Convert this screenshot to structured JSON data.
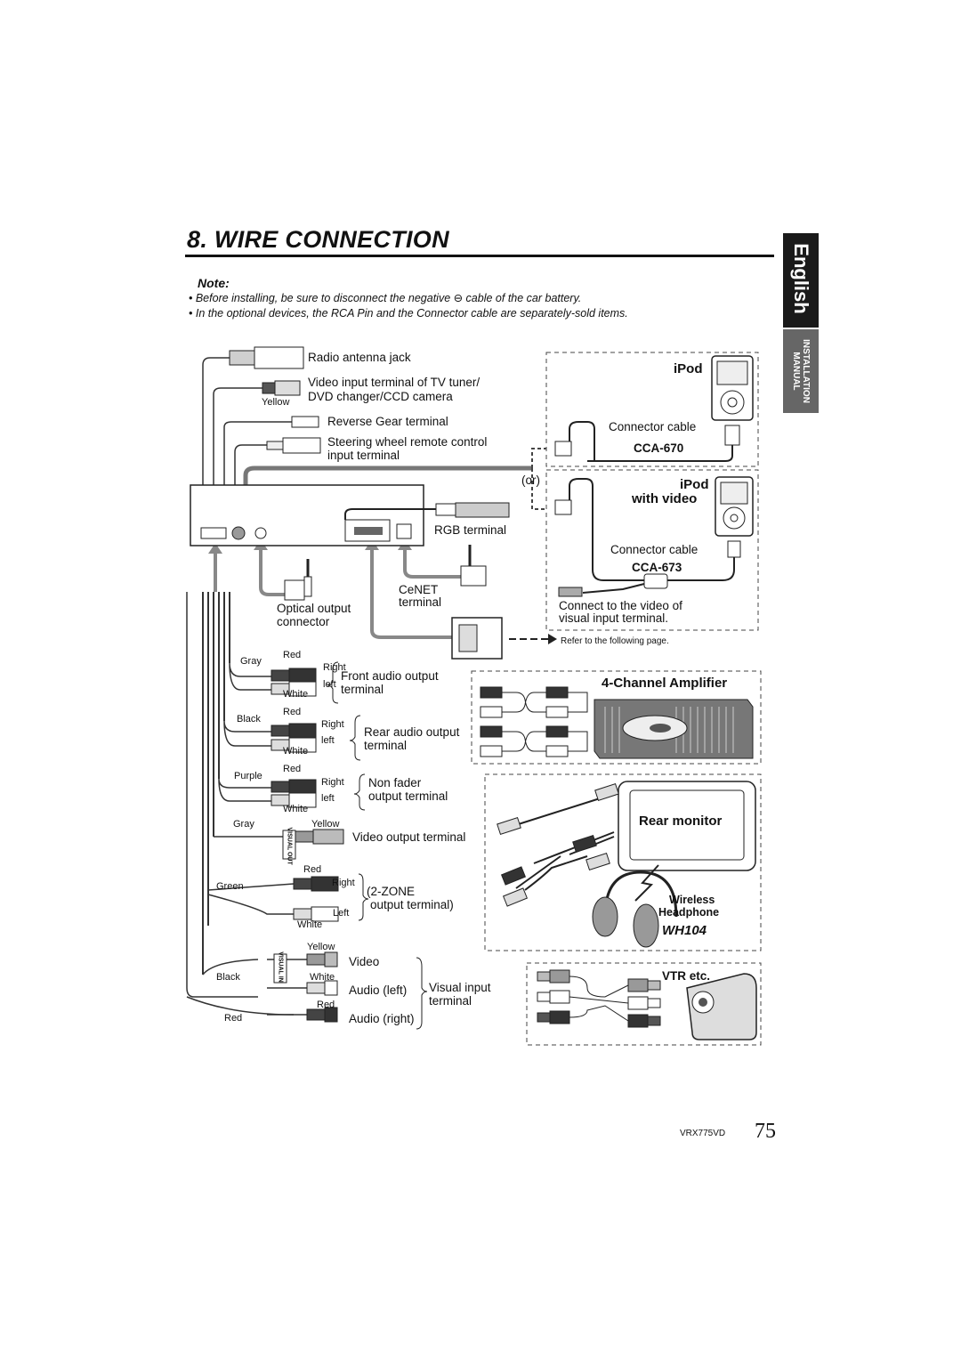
{
  "page": {
    "title": "8. WIRE CONNECTION",
    "side_tab_language": "English",
    "side_tab_section": "INSTALLATION MANUAL",
    "footer_model": "VRX775VD",
    "page_number": "75"
  },
  "notes": {
    "heading": "Note:",
    "lines": [
      "• Before installing, be sure to disconnect the negative ⊖ cable of the car battery.",
      "• In the optional devices, the RCA Pin and the Connector cable are separately-sold items."
    ]
  },
  "head_unit": {
    "radio_antenna": "Radio antenna jack",
    "video_input_line1": "Video input terminal of TV tuner/",
    "video_input_line2": "DVD changer/CCD camera",
    "video_input_color": "Yellow",
    "reverse_gear": "Reverse Gear terminal",
    "steering_line1": "Steering wheel remote control",
    "steering_line2": "input terminal",
    "rgb_terminal": "RGB terminal",
    "cenet_line1": "CeNET",
    "cenet_line2": "terminal",
    "optical_line1": "Optical output",
    "optical_line2": "connector",
    "or_label": "(or)"
  },
  "ipod": {
    "title": "iPod",
    "cable_label": "Connector cable",
    "cable_model": "CCA-670"
  },
  "ipod_video": {
    "title_line1": "iPod",
    "title_line2": "with video",
    "cable_label": "Connector cable",
    "cable_model": "CCA-673",
    "connect_line1": "Connect to the video of",
    "connect_line2": "visual input terminal.",
    "refer": "Refer to the following page."
  },
  "harness": {
    "front": {
      "wire": "Gray",
      "red": "Red",
      "white": "White",
      "right": "Right",
      "left": "left",
      "line1": "Front audio output",
      "line2": "terminal"
    },
    "rear": {
      "wire": "Black",
      "red": "Red",
      "white": "White",
      "right": "Right",
      "left": "left",
      "line1": "Rear audio output",
      "line2": "terminal"
    },
    "nonfader": {
      "wire": "Purple",
      "red": "Red",
      "white": "White",
      "right": "Right",
      "left": "left",
      "line1": "Non fader",
      "line2": "output terminal"
    },
    "video_out": {
      "wire": "Gray",
      "color": "Yellow",
      "plug": "VISUAL OUT",
      "label": "Video output terminal"
    },
    "zone": {
      "wire": "Green",
      "red": "Red",
      "white": "White",
      "right": "Right",
      "left": "Left",
      "line1": "(2-ZONE",
      "line2": "output terminal)"
    },
    "visual_in": {
      "wire_black": "Black",
      "wire_red": "Red",
      "yellow": "Yellow",
      "white": "White",
      "red": "Red",
      "plug": "VISUAL IN",
      "video": "Video",
      "audio_left": "Audio (left)",
      "audio_right": "Audio (right)",
      "line1": "Visual input",
      "line2": "terminal"
    }
  },
  "devices": {
    "amplifier": "4-Channel Amplifier",
    "rear_monitor": "Rear monitor",
    "headphone_line1": "Wireless",
    "headphone_line2": "Headphone",
    "headphone_model": "WH104",
    "vtr": "VTR etc."
  }
}
